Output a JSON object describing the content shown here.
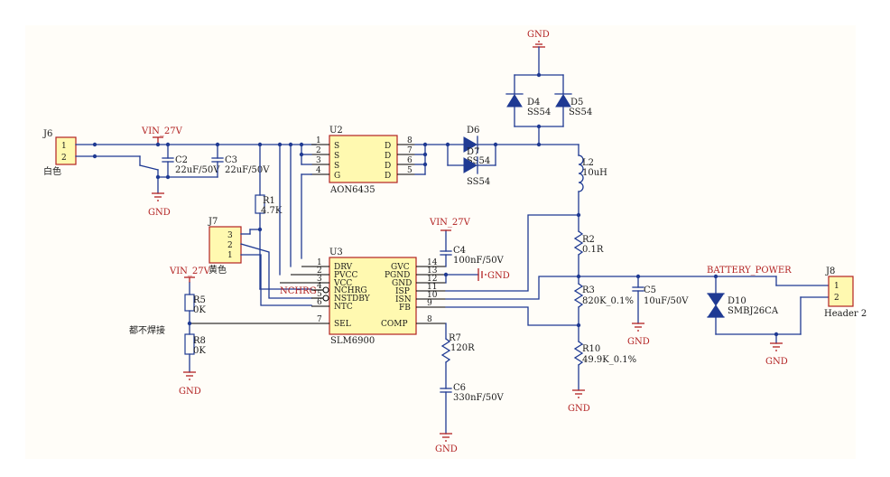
{
  "nets": {
    "gnd": "GND",
    "vin": "VIN_27V",
    "battery_power": "BATTERY_POWER",
    "nchrg": "NCHRG"
  },
  "connectors": {
    "j6": {
      "designator": "J6",
      "pins": [
        "1",
        "2"
      ],
      "note": "白色"
    },
    "j7": {
      "designator": "J7",
      "pins": [
        "3",
        "2",
        "1"
      ],
      "note": "黄色"
    },
    "j8": {
      "designator": "J8",
      "pins": [
        "1",
        "2"
      ],
      "comment": "Header 2"
    }
  },
  "u2": {
    "designator": "U2",
    "part": "AON6435",
    "left_pins": [
      {
        "num": "1",
        "name": "S"
      },
      {
        "num": "2",
        "name": "S"
      },
      {
        "num": "3",
        "name": "S"
      },
      {
        "num": "4",
        "name": "G"
      }
    ],
    "right_pins": [
      {
        "num": "8",
        "name": "D"
      },
      {
        "num": "7",
        "name": "D"
      },
      {
        "num": "6",
        "name": "D"
      },
      {
        "num": "5",
        "name": "D"
      }
    ]
  },
  "u3": {
    "designator": "U3",
    "part": "SLM6900",
    "left_pins": [
      {
        "num": "1",
        "name": "DRV"
      },
      {
        "num": "2",
        "name": "PVCC"
      },
      {
        "num": "3",
        "name": "VCC"
      },
      {
        "num": "4",
        "name": "NCHRG"
      },
      {
        "num": "5",
        "name": "NSTDBY"
      },
      {
        "num": "6",
        "name": "NTC"
      },
      {
        "num": "7",
        "name": "SEL"
      }
    ],
    "right_pins": [
      {
        "num": "14",
        "name": "GVC"
      },
      {
        "num": "13",
        "name": "PGND"
      },
      {
        "num": "12",
        "name": "GND"
      },
      {
        "num": "11",
        "name": "ISP"
      },
      {
        "num": "10",
        "name": "ISN"
      },
      {
        "num": "9",
        "name": "FB"
      },
      {
        "num": "8",
        "name": "COMP"
      }
    ]
  },
  "caps": {
    "c2": {
      "ref": "C2",
      "value": "22uF/50V"
    },
    "c3": {
      "ref": "C3",
      "value": "22uF/50V"
    },
    "c4": {
      "ref": "C4",
      "value": "100nF/50V"
    },
    "c5": {
      "ref": "C5",
      "value": "10uF/50V"
    },
    "c6": {
      "ref": "C6",
      "value": "330nF/50V"
    }
  },
  "resistors": {
    "r1": {
      "ref": "R1",
      "value": "4.7K"
    },
    "r2": {
      "ref": "R2",
      "value": "0.1R"
    },
    "r3": {
      "ref": "R3",
      "value": "820K_0.1%"
    },
    "r5": {
      "ref": "R5",
      "value": "0K"
    },
    "r7": {
      "ref": "R7",
      "value": "120R"
    },
    "r8": {
      "ref": "R8",
      "value": "0K"
    },
    "r10": {
      "ref": "R10",
      "value": "49.9K_0.1%"
    }
  },
  "inductor": {
    "ref": "L2",
    "value": "10uH"
  },
  "diodes": {
    "d4": {
      "ref": "D4",
      "value": "SS54"
    },
    "d5": {
      "ref": "D5",
      "value": "SS54"
    },
    "d6": {
      "ref": "D6",
      "value": "SS54"
    },
    "d7": {
      "ref": "D7",
      "value": "SS54"
    },
    "d10": {
      "ref": "D10",
      "value": "SMBJ26CA"
    }
  },
  "notes": {
    "no_solder": "都不焊接"
  }
}
